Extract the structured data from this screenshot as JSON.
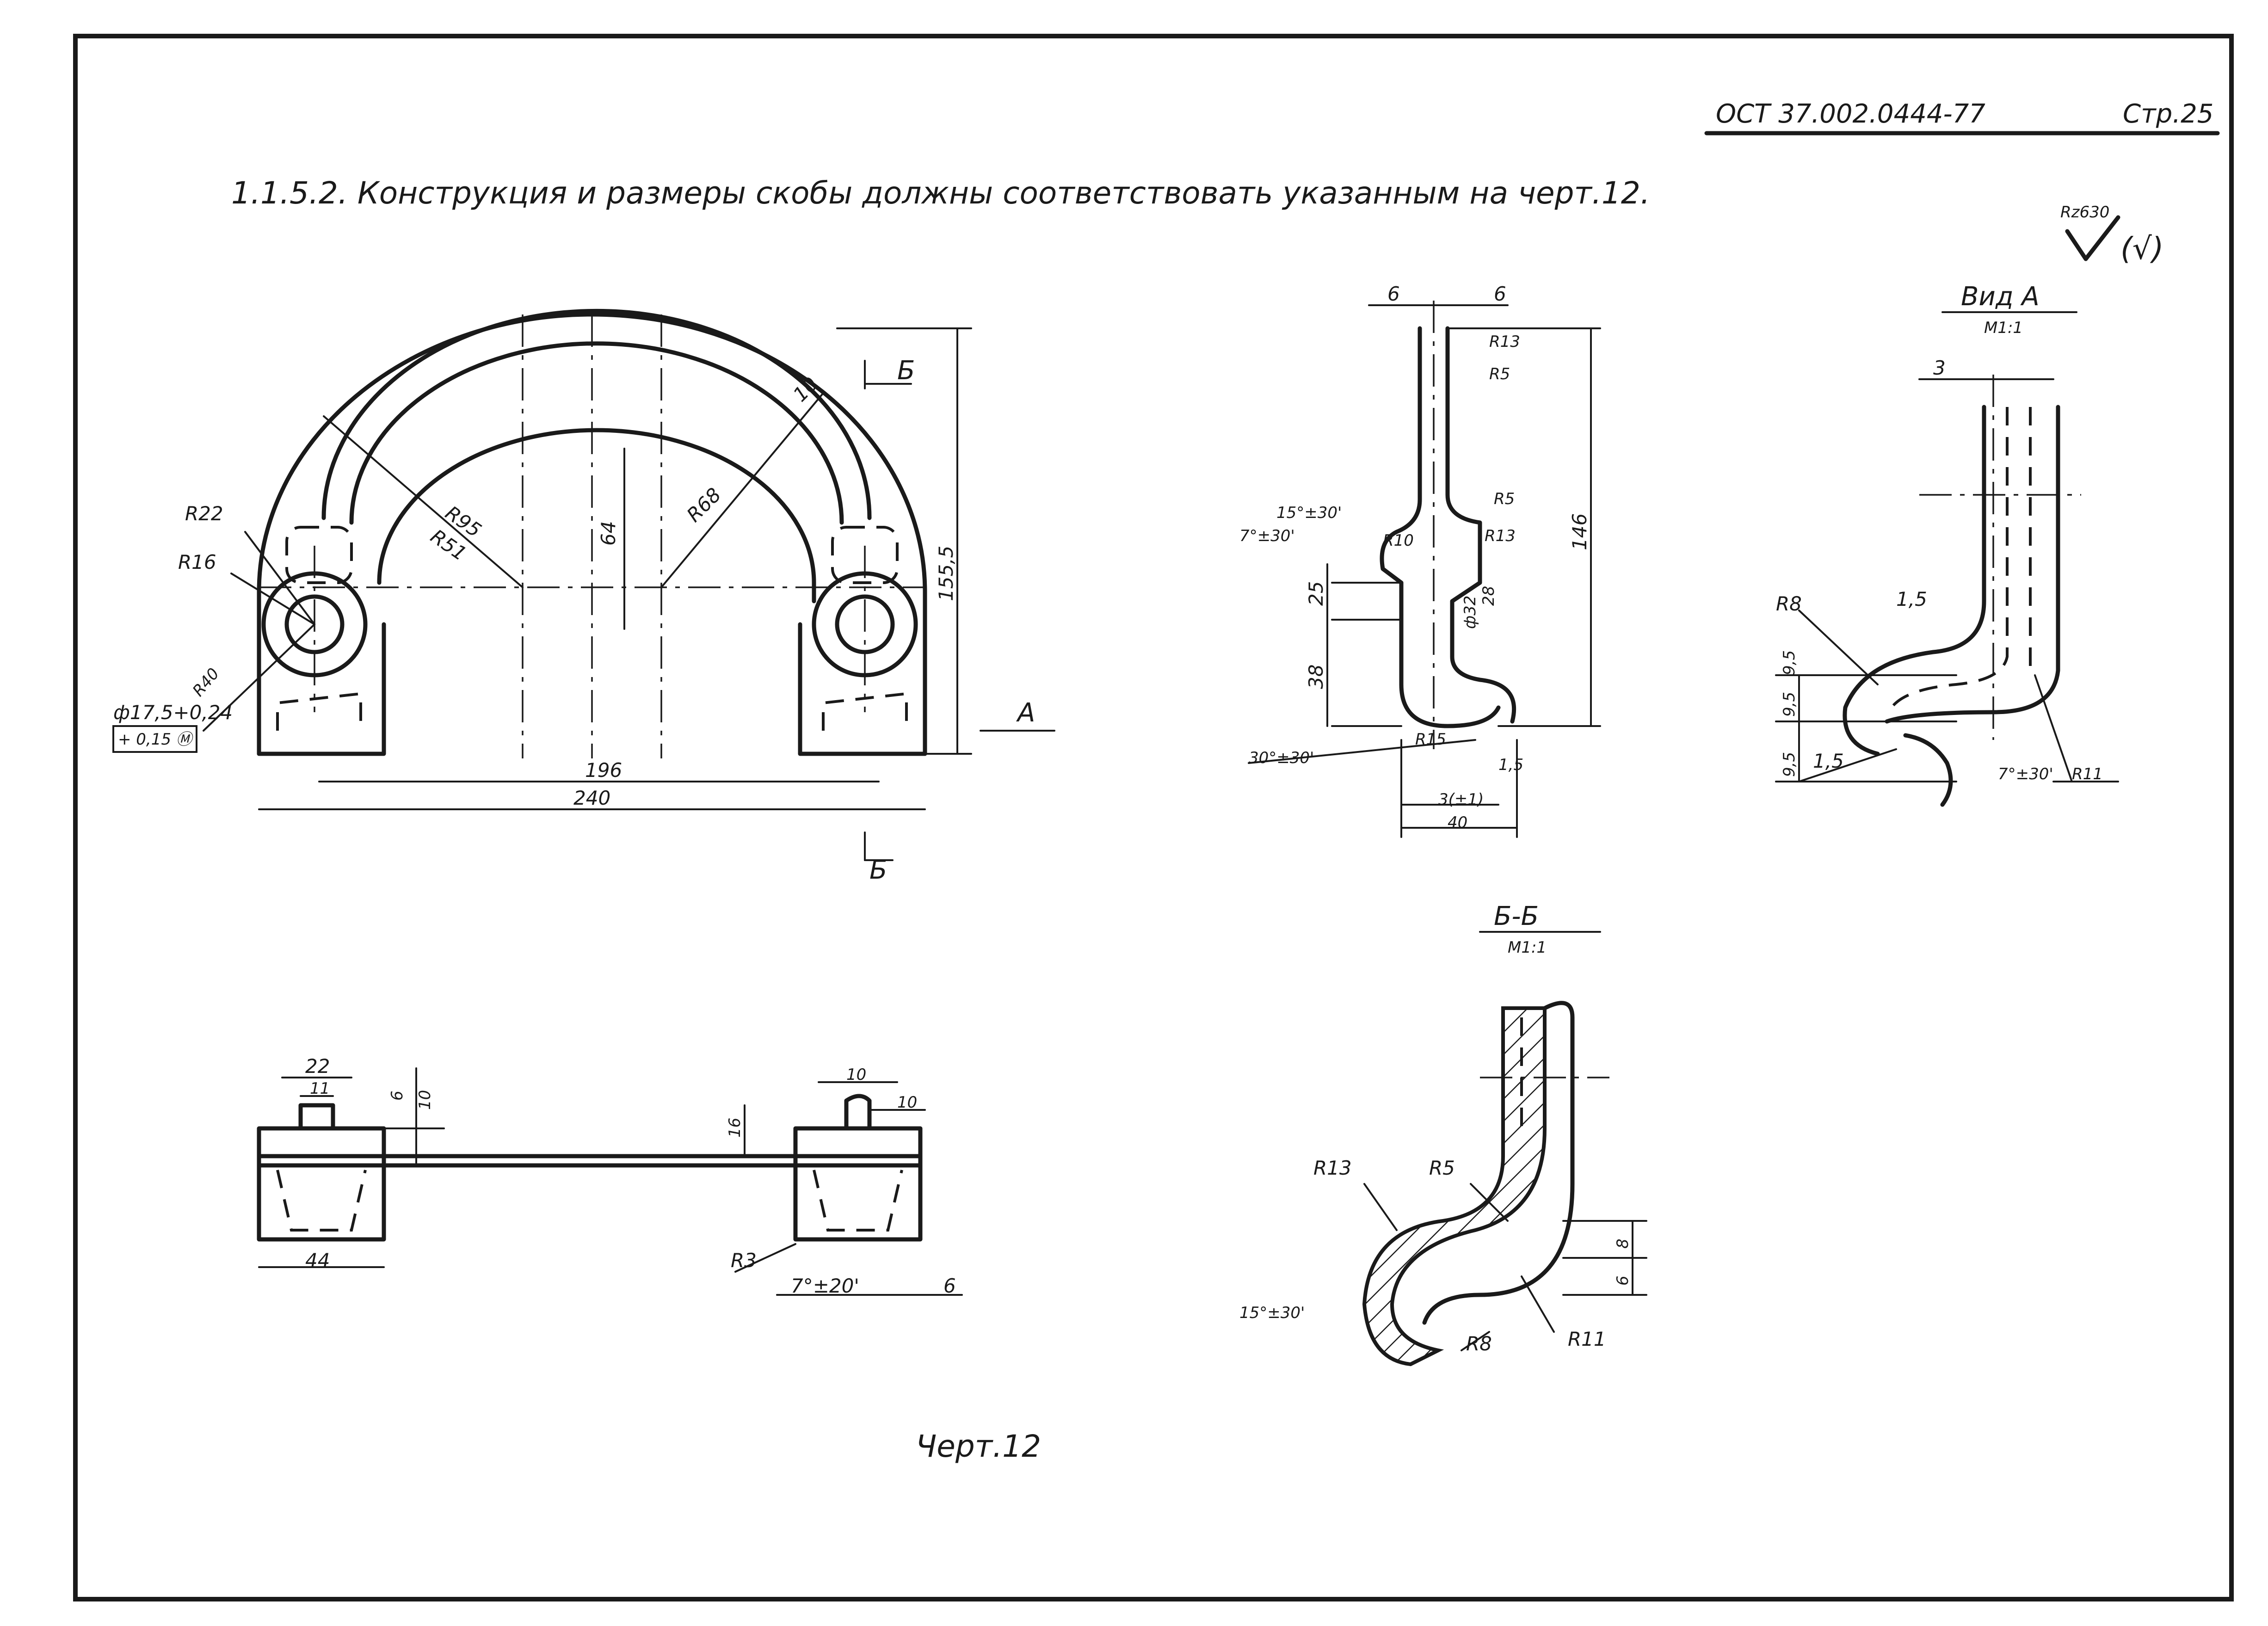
{
  "header": {
    "standard": "ОСТ 37.002.0444-77",
    "page": "Стр.25"
  },
  "clause": "1.1.5.2. Конструкция и размеры скобы должны соответствовать указанным на черт.12.",
  "roughness": {
    "value": "Rz630",
    "extra": "(√)"
  },
  "caption": "Черт.12",
  "views": {
    "front": {
      "labels": [
        "R22",
        "R16",
        "R40",
        "R95",
        "R51",
        "R68",
        "10",
        "64",
        "155,5",
        "196",
        "240",
        "Б",
        "А",
        "Б"
      ],
      "hole": "ф17,5+0,24",
      "tolerance": "+ 0,15 Ⓜ"
    },
    "side": {
      "labels": [
        "6",
        "6",
        "R13",
        "R5",
        "R5",
        "R13",
        "R10",
        "15°±30'",
        "7°±30'",
        "25",
        "38",
        "28",
        "ф32",
        "146",
        "R15",
        "30°±30'",
        "1,5",
        "3(±1)",
        "40"
      ]
    },
    "view_a": {
      "title": "Вид А",
      "scale": "М1:1",
      "labels": [
        "3",
        "R8",
        "1,5",
        "9,5",
        "9,5",
        "9,5",
        "1,5",
        "7°±30'",
        "R11"
      ]
    },
    "section": {
      "title": "Б-Б",
      "scale": "М1:1",
      "labels": [
        "R13",
        "R5",
        "8",
        "6",
        "15°±30'",
        "R8",
        "R11"
      ]
    },
    "bottom": {
      "labels": [
        "22",
        "11",
        "6",
        "10",
        "16",
        "10",
        "10",
        "44",
        "R3",
        "7°±20'",
        "6"
      ]
    }
  }
}
